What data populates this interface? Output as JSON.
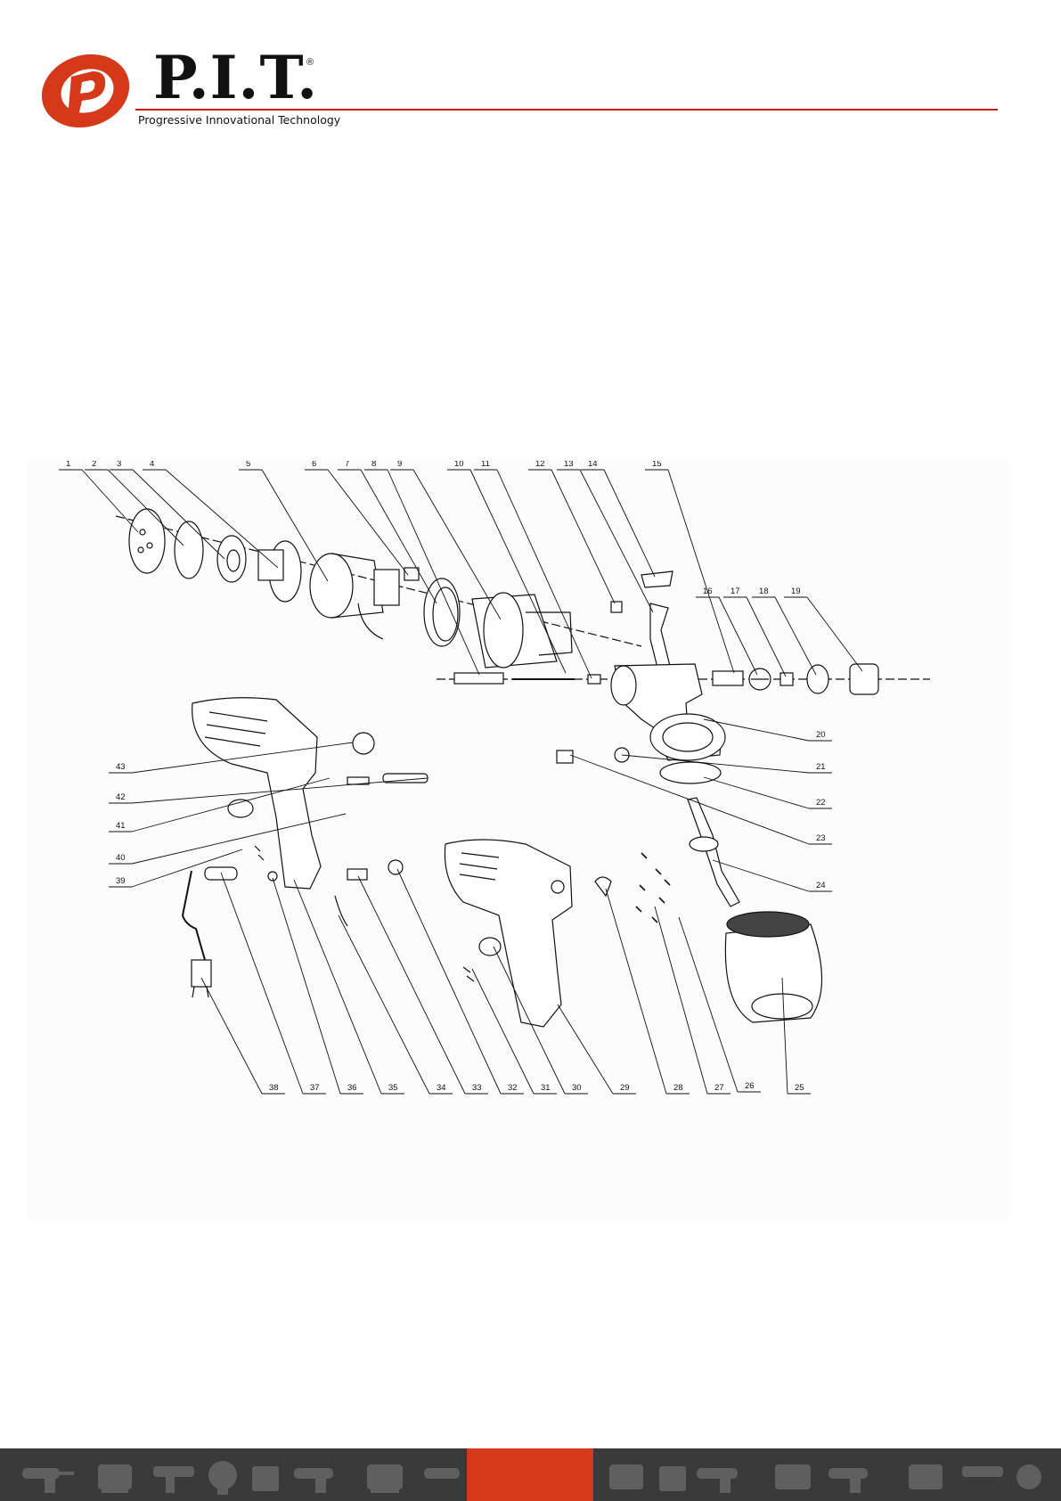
{
  "header": {
    "brand": "P.I.T.",
    "registered": "®",
    "tagline": "Progressive Innovational Technology",
    "accent_color": "#c81e0a"
  },
  "diagram": {
    "callouts": [
      "1",
      "2",
      "3",
      "4",
      "5",
      "6",
      "7",
      "8",
      "9",
      "10",
      "11",
      "12",
      "13",
      "14",
      "15",
      "16",
      "17",
      "18",
      "19",
      "20",
      "21",
      "22",
      "23",
      "24",
      "25",
      "26",
      "27",
      "28",
      "29",
      "30",
      "31",
      "32",
      "33",
      "34",
      "35",
      "36",
      "37",
      "38",
      "39",
      "40",
      "41",
      "42",
      "43"
    ]
  },
  "footer": {
    "background_color": "#3a3a3a",
    "accent_color": "#d6381a",
    "icons": [
      "drill-icon",
      "generator-icon",
      "hammer-drill-icon",
      "mixer-icon",
      "battery-icon",
      "screwdriver-icon",
      "saw-icon"
    ]
  }
}
